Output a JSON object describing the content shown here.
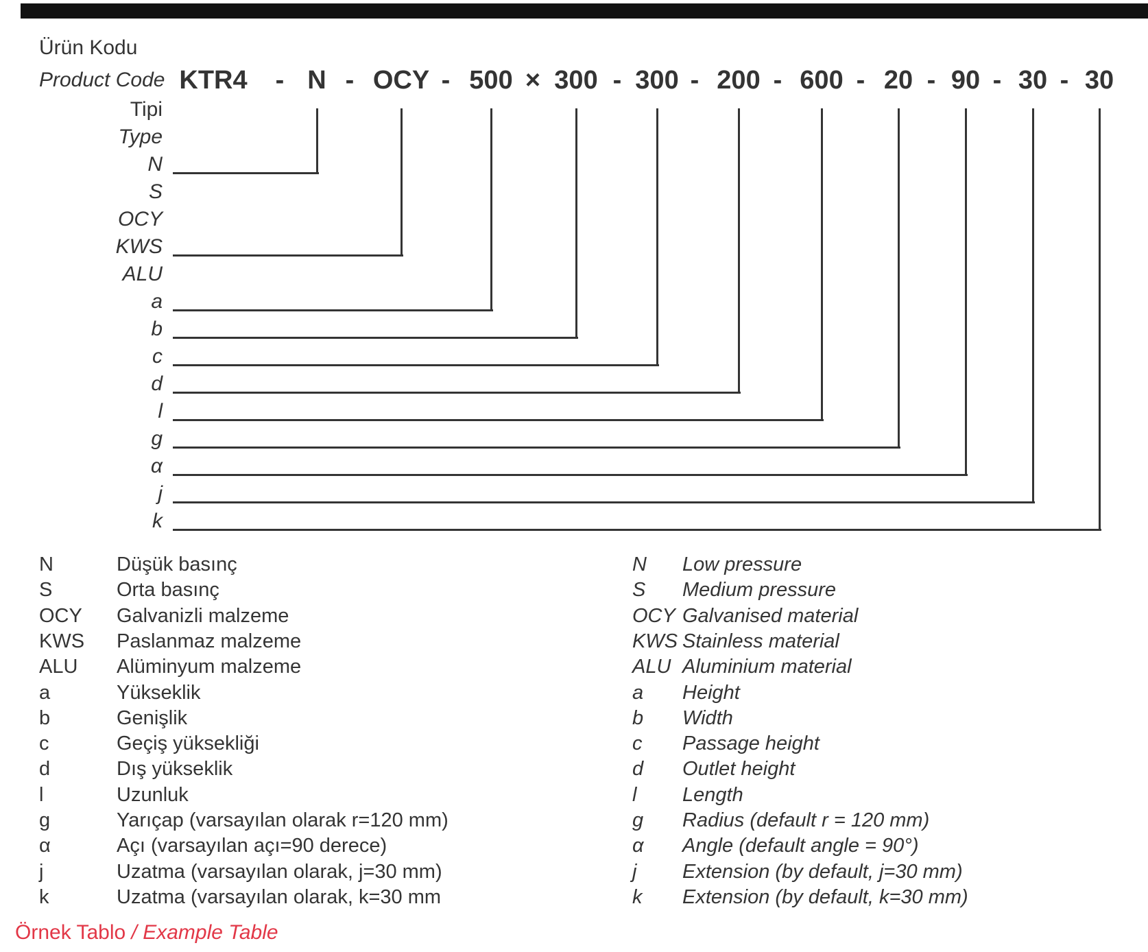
{
  "colors": {
    "text": "#343434",
    "accent_red": "#e23747",
    "top_bar": "#121212"
  },
  "header": {
    "title_tr": "Ürün Kodu",
    "title_en": "Product Code"
  },
  "product_code": {
    "segments": [
      "KTR4",
      "-",
      "N",
      "-",
      "OCY",
      "-",
      "500",
      "×",
      "300",
      "-",
      "300",
      "-",
      "200",
      "-",
      "600",
      "-",
      "20",
      "-",
      "90",
      "-",
      "30",
      "-",
      "30"
    ]
  },
  "tree": {
    "rows": [
      {
        "label": "Tipi",
        "italic": false,
        "segment": null
      },
      {
        "label": "Type",
        "italic": true,
        "segment": null
      },
      {
        "label": "N",
        "italic": true,
        "segment": 2
      },
      {
        "label": "S",
        "italic": true,
        "segment": null
      },
      {
        "label": "OCY",
        "italic": true,
        "segment": null
      },
      {
        "label": "KWS",
        "italic": true,
        "segment": 4
      },
      {
        "label": "ALU",
        "italic": true,
        "segment": null
      },
      {
        "label": "a",
        "italic": true,
        "segment": 6
      },
      {
        "label": "b",
        "italic": true,
        "segment": 8
      },
      {
        "label": "c",
        "italic": true,
        "segment": 10
      },
      {
        "label": "d",
        "italic": true,
        "segment": 12
      },
      {
        "label": "l",
        "italic": true,
        "segment": 14
      },
      {
        "label": "g",
        "italic": true,
        "segment": 16
      },
      {
        "label": "α",
        "italic": true,
        "segment": 18
      },
      {
        "label": "j",
        "italic": true,
        "segment": 20
      },
      {
        "label": "k",
        "italic": true,
        "segment": 22
      }
    ]
  },
  "legend": {
    "rows": [
      {
        "code": "N",
        "tr": "Düşük basınç",
        "en": "Low pressure"
      },
      {
        "code": "S",
        "tr": "Orta basınç",
        "en": "Medium pressure"
      },
      {
        "code": "OCY",
        "tr": "Galvanizli malzeme",
        "en": "Galvanised material"
      },
      {
        "code": "KWS",
        "tr": "Paslanmaz malzeme",
        "en": "Stainless material"
      },
      {
        "code": "ALU",
        "tr": "Alüminyum malzeme",
        "en": "Aluminium material"
      },
      {
        "code": "a",
        "tr": "Yükseklik",
        "en": "Height"
      },
      {
        "code": "b",
        "tr": "Genişlik",
        "en": "Width"
      },
      {
        "code": "c",
        "tr": "Geçiş yüksekliği",
        "en": "Passage height"
      },
      {
        "code": "d",
        "tr": "Dış yükseklik",
        "en": "Outlet height"
      },
      {
        "code": "l",
        "tr": "Uzunluk",
        "en": "Length"
      },
      {
        "code": "g",
        "tr": "Yarıçap (varsayılan olarak r=120 mm)",
        "en": "Radius (default r = 120 mm)"
      },
      {
        "code": "α",
        "tr": "Açı (varsayılan açı=90 derece)",
        "en": "Angle (default angle = 90°)"
      },
      {
        "code": "j",
        "tr": "Uzatma (varsayılan olarak, j=30 mm)",
        "en": "Extension (by default, j=30 mm)"
      },
      {
        "code": "k",
        "tr": "Uzatma (varsayılan olarak, k=30 mm",
        "en": "Extension (by default, k=30 mm)"
      }
    ]
  },
  "footer": {
    "label_tr": "Örnek Tablo ",
    "label_en": "/ Example Table"
  }
}
